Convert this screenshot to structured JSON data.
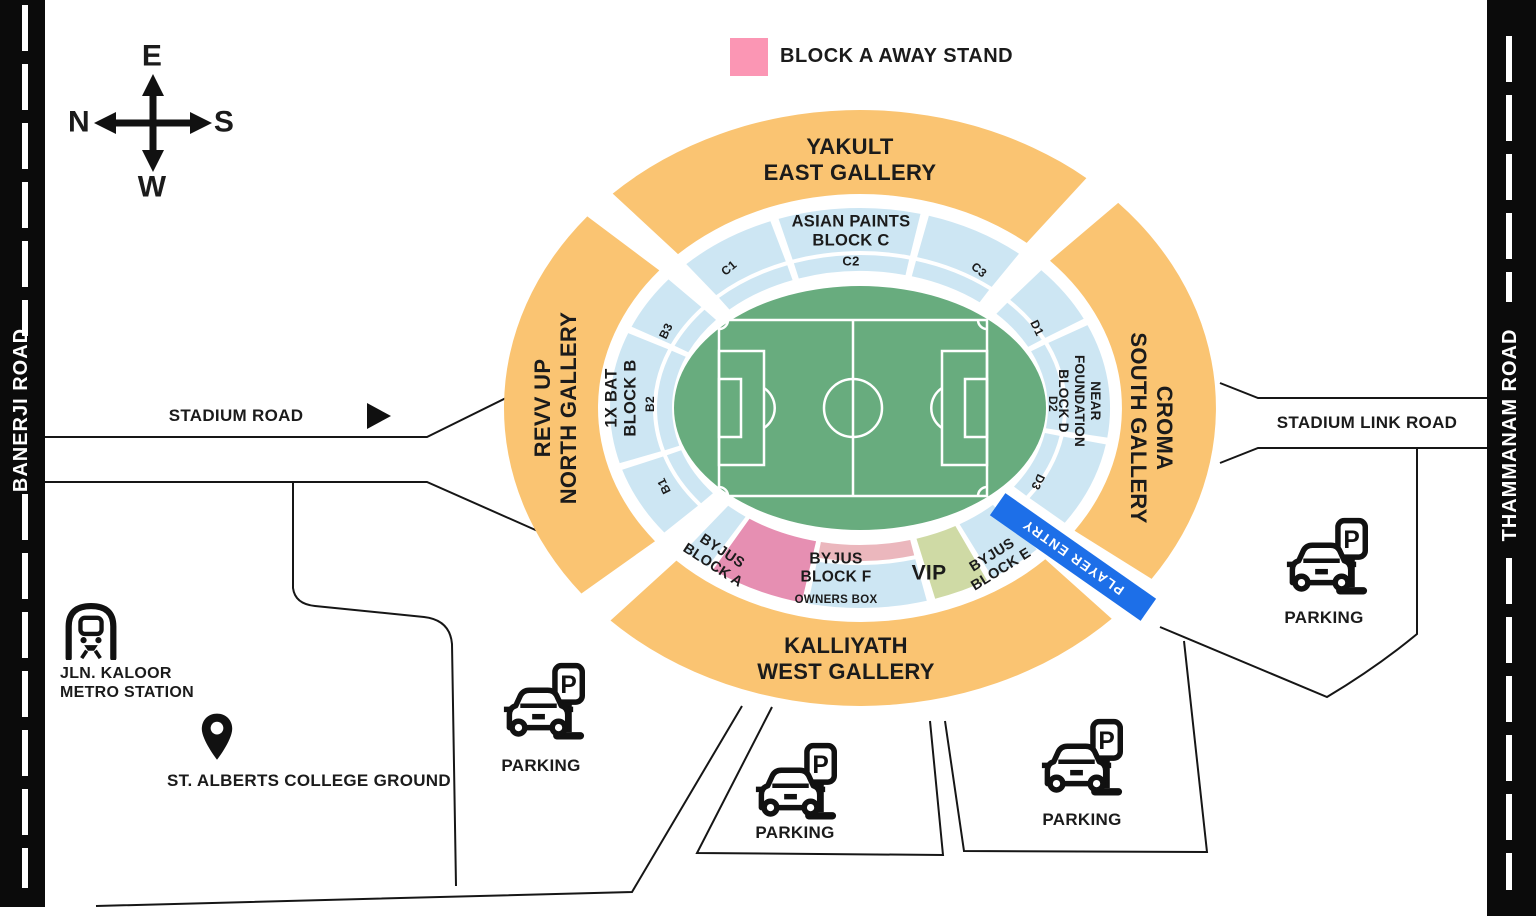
{
  "legend": {
    "label": "BLOCK A AWAY STAND"
  },
  "compass": {
    "top": "E",
    "left": "N",
    "right": "S",
    "bottom": "W"
  },
  "roads": {
    "banerji": "BANERJI ROAD",
    "thammanam": "THAMMANAM ROAD",
    "stadium_road": "STADIUM ROAD",
    "stadium_link_road": "STADIUM LINK ROAD"
  },
  "stadium": {
    "galleries": {
      "east": [
        "YAKULT",
        "EAST GALLERY"
      ],
      "north": [
        "REVV UP",
        "NORTH GALLERY"
      ],
      "south": [
        "CROMA",
        "SOUTH GALLERY"
      ],
      "west": [
        "KALLIYATH",
        "WEST GALLERY"
      ]
    },
    "blocks": {
      "block_c": [
        "ASIAN PAINTS",
        "BLOCK C"
      ],
      "block_b": [
        "1X BAT",
        "BLOCK B"
      ],
      "block_d": [
        "NEAR",
        "FOUNDATION",
        "BLOCK D"
      ],
      "block_a": [
        "BYJUS",
        "BLOCK A"
      ],
      "block_f": [
        "BYJUS",
        "BLOCK F"
      ],
      "block_e": [
        "BYJUS",
        "BLOCK E"
      ],
      "vip": "VIP",
      "owners_box": "OWNERS BOX",
      "player_entry": "PLAYER ENTRY"
    },
    "sections": {
      "c1": "C1",
      "c2": "C2",
      "c3": "C3",
      "b1": "B1",
      "b2": "B2",
      "b3": "B3",
      "d1": "D1",
      "d2": "D2",
      "d3": "D3"
    }
  },
  "landmarks": {
    "metro": [
      "JLN. KALOOR",
      "METRO STATION"
    ],
    "college": "ST. ALBERTS COLLEGE GROUND"
  },
  "parking_areas": [
    {
      "label": "PARKING"
    },
    {
      "label": "PARKING"
    },
    {
      "label": "PARKING"
    },
    {
      "label": "PARKING"
    }
  ],
  "colors": {
    "gallery_orange": "#FAC472",
    "block_blue": "#CDE6F3",
    "pitch_green": "#68AC7E",
    "vip_green": "#CFDAA5",
    "owners_pink": "#EBB7BD",
    "block_a_pink": "#E68FB2",
    "away_legend_pink": "#FB96B4",
    "player_entry_blue": "#1D6FE8",
    "road_black": "#0B0B0B"
  }
}
